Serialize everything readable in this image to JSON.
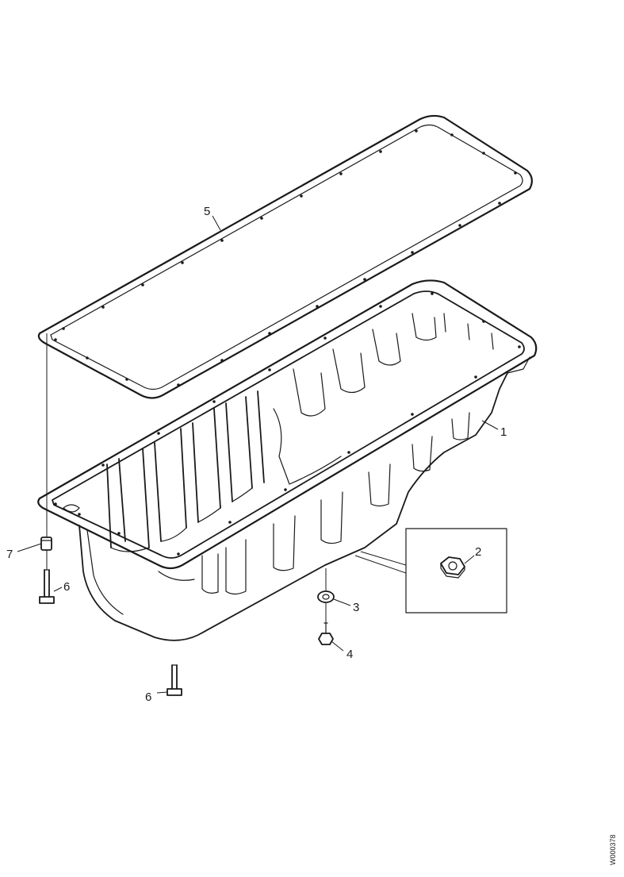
{
  "diagram": {
    "callouts": [
      {
        "id": "callout-1",
        "label": "1",
        "part": "oil-pan"
      },
      {
        "id": "callout-2",
        "label": "2",
        "part": "drain-plug-detail"
      },
      {
        "id": "callout-3",
        "label": "3",
        "part": "sealing-washer"
      },
      {
        "id": "callout-4",
        "label": "4",
        "part": "drain-plug"
      },
      {
        "id": "callout-5",
        "label": "5",
        "part": "oil-pan-gasket"
      },
      {
        "id": "callout-6a",
        "label": "6",
        "part": "flange-bolt"
      },
      {
        "id": "callout-6b",
        "label": "6",
        "part": "flange-bolt"
      },
      {
        "id": "callout-7",
        "label": "7",
        "part": "spacer-sleeve"
      }
    ],
    "drawing_number": "W000378"
  }
}
